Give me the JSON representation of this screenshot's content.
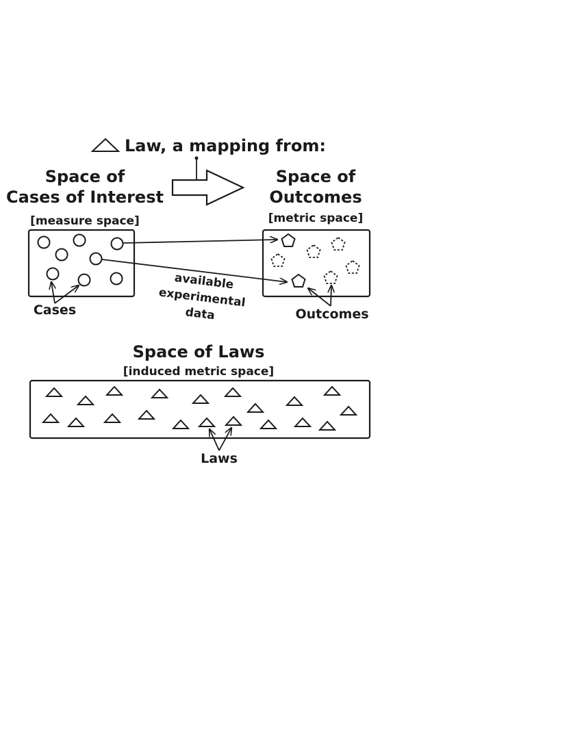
{
  "header": {
    "law_label": "Law,  a mapping from:"
  },
  "domain_space": {
    "title_line1": "Space of",
    "title_line2": "Cases of Interest",
    "subtitle": "[measure space]",
    "elements_label": "Cases"
  },
  "outcome_space": {
    "title_line1": "Space of",
    "title_line2": "Outcomes",
    "subtitle": "[metric space]",
    "elements_label": "Outcomes"
  },
  "data_note": {
    "line1": "available",
    "line2": "experimental",
    "line3": "data"
  },
  "law_space": {
    "title": "Space of Laws",
    "subtitle": "[induced metric space]",
    "elements_label": "Laws"
  },
  "icons": {
    "law": "triangle-icon",
    "case": "circle-icon",
    "observed_outcome": "pentagon-icon",
    "possible_outcome": "dashed-pentagon-icon",
    "mapping": "hollow-arrow-icon"
  }
}
